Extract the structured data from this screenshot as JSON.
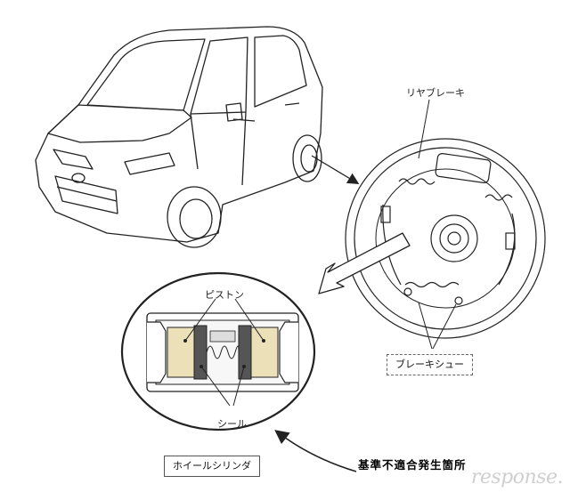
{
  "labels": {
    "rear_brake": "リヤブレーキ",
    "piston": "ピストン",
    "seal": "シール",
    "brake_shoe": "ブレーキシュー",
    "wheel_cylinder": "ホイールシリンダ",
    "defect_location": "基準不適合発生箇所"
  },
  "watermark": "response.",
  "colors": {
    "line": "#222222",
    "piston": "#ece0b8",
    "seal": "#555555"
  }
}
